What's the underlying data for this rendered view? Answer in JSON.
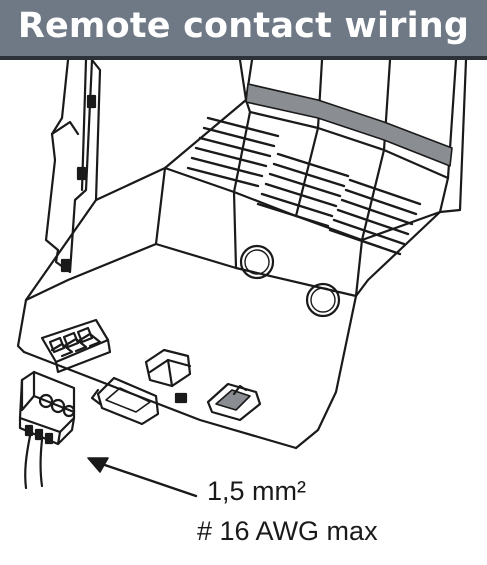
{
  "header": {
    "title": "Remote contact wiring"
  },
  "callout": {
    "wire_size": "1,5 mm²",
    "awg_rating": "# 16 AWG max"
  },
  "colors": {
    "title_bar": "#6f7986",
    "title_border": "#2d3138",
    "housing_stroke": "#1a1a1a",
    "shading": "#8a8d91"
  },
  "icons": {
    "device": "din-rail-module",
    "connector": "three-pole-plug-connector",
    "pointer": "arrow-pointer"
  }
}
